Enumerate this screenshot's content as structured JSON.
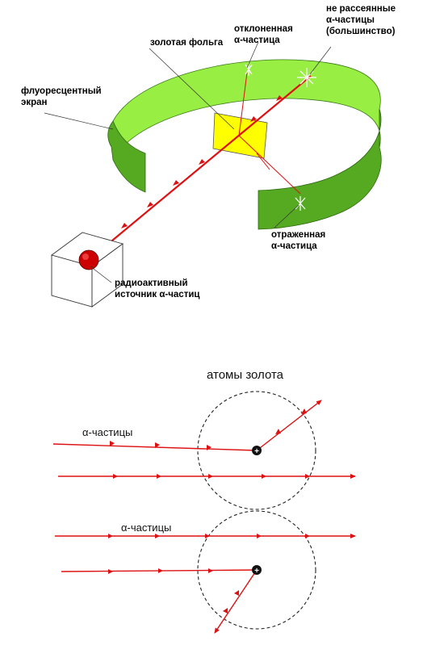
{
  "top_diagram": {
    "labels": {
      "foil": "золотая фольга",
      "deflected": [
        "отклоненная",
        "α-частица"
      ],
      "unscattered": [
        "не рассеянные",
        "α-частицы",
        "(большинство)"
      ],
      "screen": [
        "флуоресцентный",
        "экран"
      ],
      "reflected": [
        "отраженная",
        "α-частица"
      ],
      "source": [
        "радиоактивный",
        "источник α-частиц"
      ]
    },
    "colors": {
      "screen_light": "#99ee44",
      "screen_dark": "#55aa22",
      "foil": "#ffff00",
      "beam": "#dd1111",
      "source": "#cc0000"
    }
  },
  "bottom_diagram": {
    "title": "атомы золота",
    "label_alpha_1": "α-частицы",
    "label_alpha_2": "α-частицы",
    "nucleus_sign": "+",
    "colors": {
      "track": "#dd1111",
      "atom_border": "#222222"
    }
  }
}
